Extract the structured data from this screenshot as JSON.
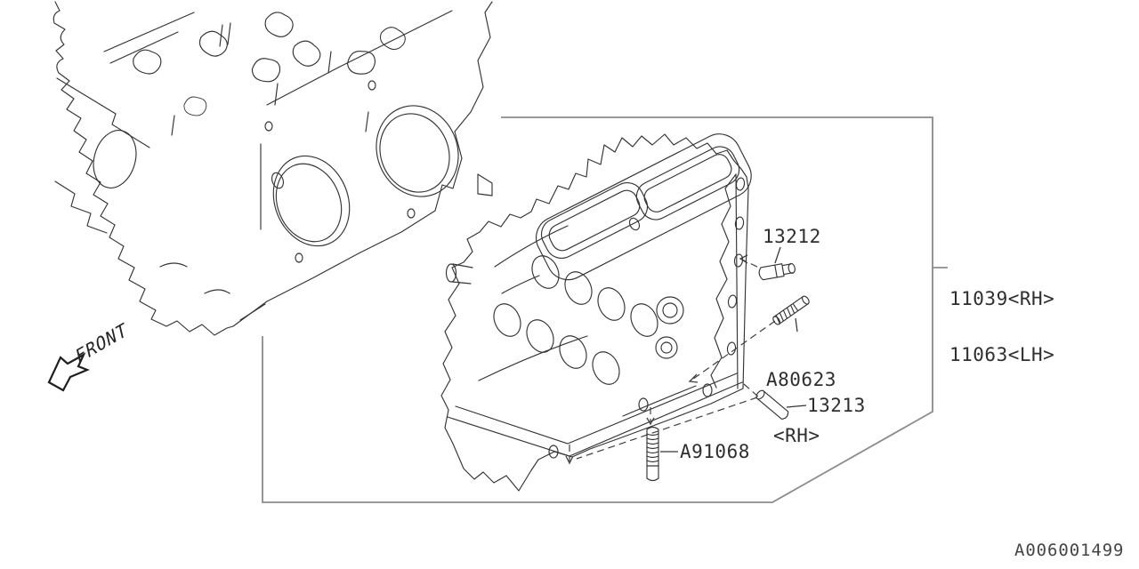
{
  "diagram": {
    "front_label": "FRONT",
    "document_code": "A006001499",
    "callouts": {
      "pin_13212": "13212",
      "assembly_line1": "11039<RH>",
      "assembly_line2": "11063<LH>",
      "stud_a80623_line1": "A80623",
      "stud_a80623_line2": "<RH>",
      "pin_13213": "13213",
      "stud_a91068": "A91068"
    }
  }
}
